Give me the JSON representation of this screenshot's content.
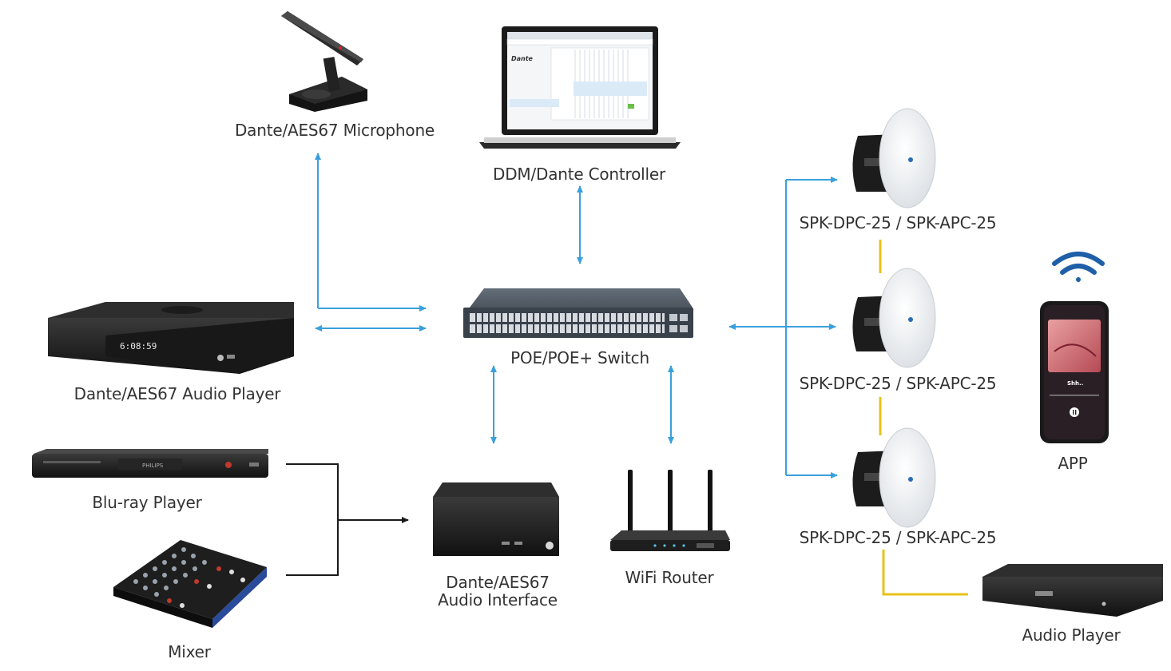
{
  "labels": {
    "microphone": "Dante/AES67 Microphone",
    "controller": "DDM/Dante Controller",
    "switch": "POE/POE+ Switch",
    "audio_player_left": "Dante/AES67 Audio Player",
    "bluray": "Blu-ray Player",
    "mixer": "Mixer",
    "interface_line1": "Dante/AES67",
    "interface_line2": "Audio Interface",
    "router": "WiFi Router",
    "speaker_1": "SPK-DPC-25 / SPK-APC-25",
    "speaker_2": "SPK-DPC-25 / SPK-APC-25",
    "speaker_3": "SPK-DPC-25 / SPK-APC-25",
    "app": "APP",
    "audio_player_right": "Audio Player"
  },
  "device_text": {
    "screen_brand": "Dante",
    "player_clock": "6:08:59",
    "bluray_brand": "PHILIPS",
    "phone_track": "Shh.."
  },
  "colors": {
    "network_link": "#3aa0dc",
    "analog_link": "#1a1a1a",
    "speaker_link": "#e8c21a",
    "wifi_icon": "#1f5fa8",
    "label_text": "#333333"
  }
}
